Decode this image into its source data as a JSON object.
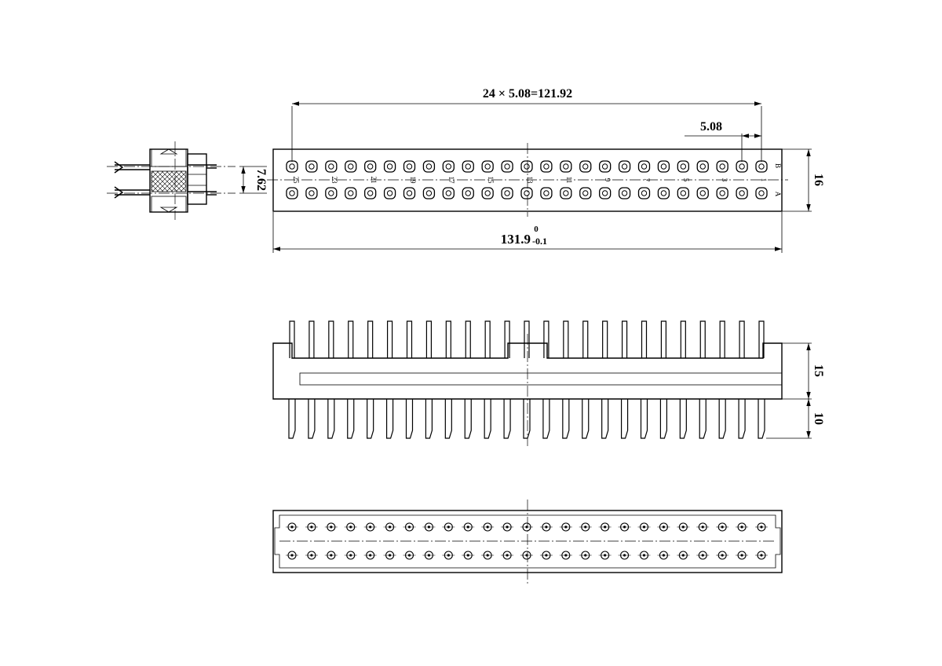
{
  "dimensions": {
    "pitch_total": "24 × 5.08=121.92",
    "pitch": "5.08",
    "row_spacing": "7.62",
    "height": "16",
    "length_main": "131.9",
    "tol_upper": "0",
    "tol_lower": "-0.1",
    "body_height": "15",
    "pin_length": "10"
  },
  "pin_labels": [
    "25",
    "23",
    "21",
    "19",
    "17",
    "15",
    "13",
    "11",
    "9",
    "7",
    "5",
    "3",
    "1"
  ],
  "row_labels": {
    "top": "B",
    "bottom": "A"
  },
  "connector": {
    "pin_count_per_row": 25,
    "rows": 2
  }
}
